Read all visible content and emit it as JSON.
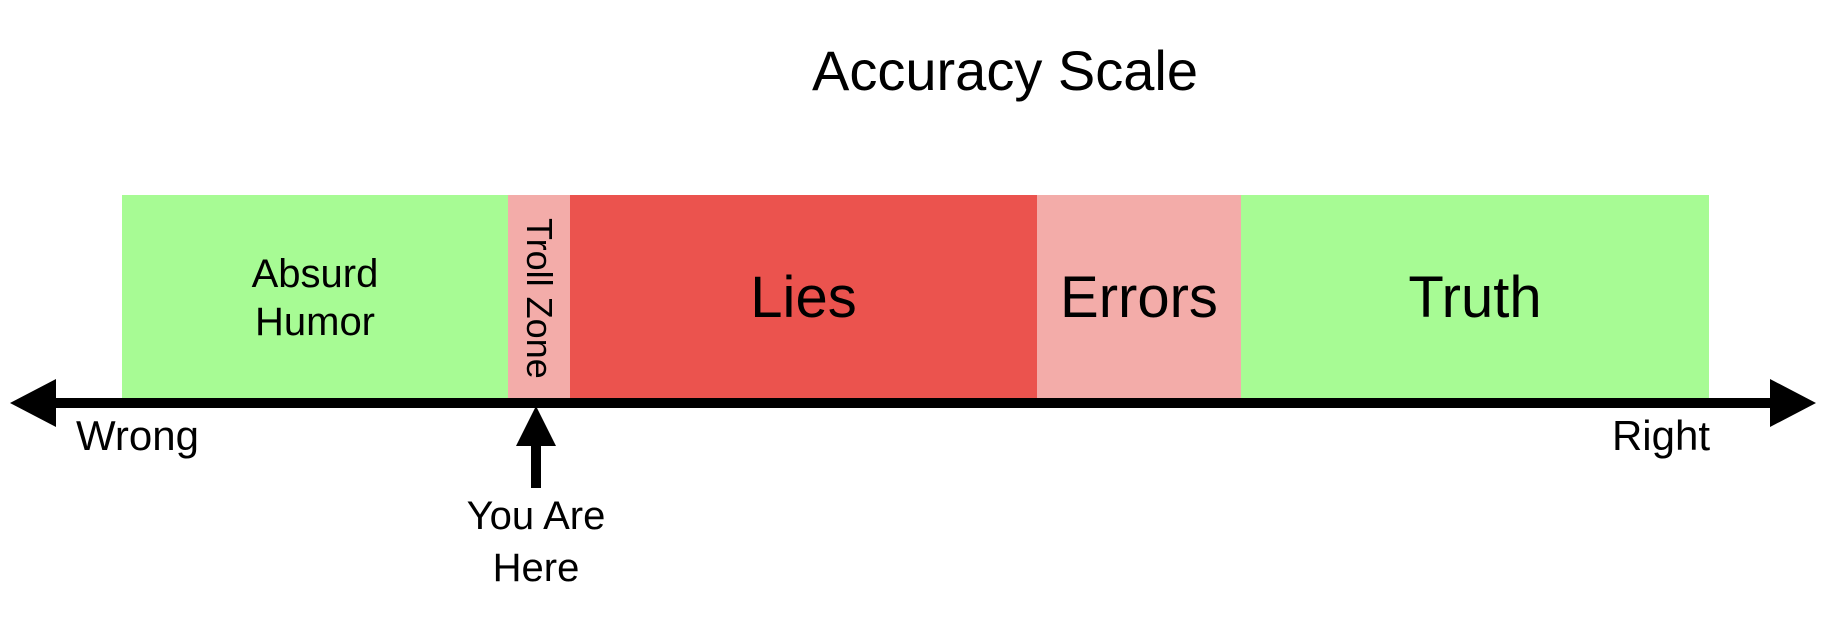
{
  "title": "Accuracy Scale",
  "colors": {
    "green": "#a7fb94",
    "pink": "#f3aca9",
    "red": "#eb534e",
    "axis": "#000000"
  },
  "segments": [
    {
      "id": "absurd-humor",
      "label": "Absurd\nHumor",
      "color": "#a7fb94"
    },
    {
      "id": "troll-zone",
      "label": "Troll Zone",
      "color": "#f3aca9",
      "orientation": "vertical"
    },
    {
      "id": "lies",
      "label": "Lies",
      "color": "#eb534e"
    },
    {
      "id": "errors",
      "label": "Errors",
      "color": "#f3aca9"
    },
    {
      "id": "truth",
      "label": "Truth",
      "color": "#a7fb94"
    }
  ],
  "axis": {
    "left_label": "Wrong",
    "right_label": "Right"
  },
  "marker": {
    "label": "You Are\nHere",
    "points_to": "troll-zone"
  }
}
